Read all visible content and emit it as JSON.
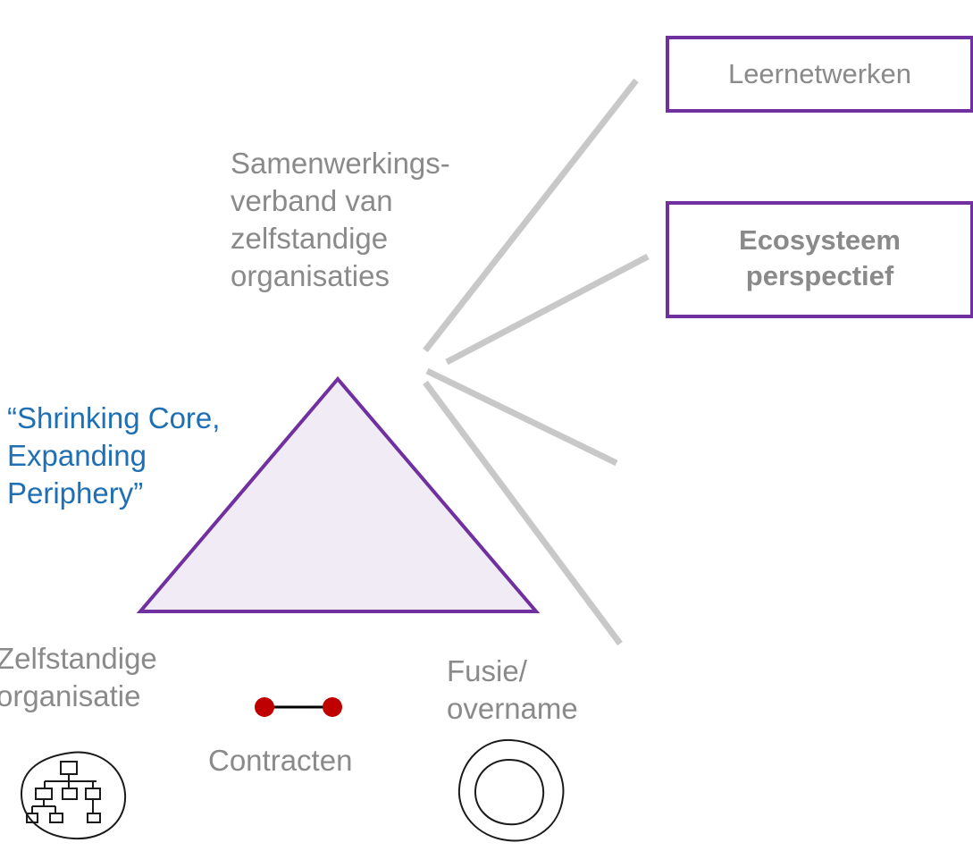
{
  "diagram": {
    "boxes": {
      "learning_networks": "Leernetwerken",
      "ecosystem_line1": "Ecosysteem",
      "ecosystem_line2": "perspectief"
    },
    "collaboration_label": [
      "Samenwerkings-",
      "verband van",
      "zelfstandige",
      "organisaties"
    ],
    "quote_label": [
      "“Shrinking Core,",
      "Expanding",
      "Periphery”"
    ],
    "independent_label": [
      "Zelfstandige",
      "organisatie"
    ],
    "merger_label": [
      "Fusie/",
      "overname"
    ],
    "contracts_label": "Contracten",
    "colors": {
      "triangle_fill": "#f1ebf5",
      "triangle_stroke": "#7030a0",
      "lines": "#c8c8c8",
      "dots": "#c00000",
      "quote_text": "#1f6fb5",
      "box_border": "#7030a0"
    },
    "icons": [
      "org-chart-sketch-icon",
      "nested-circle-sketch-icon"
    ]
  }
}
